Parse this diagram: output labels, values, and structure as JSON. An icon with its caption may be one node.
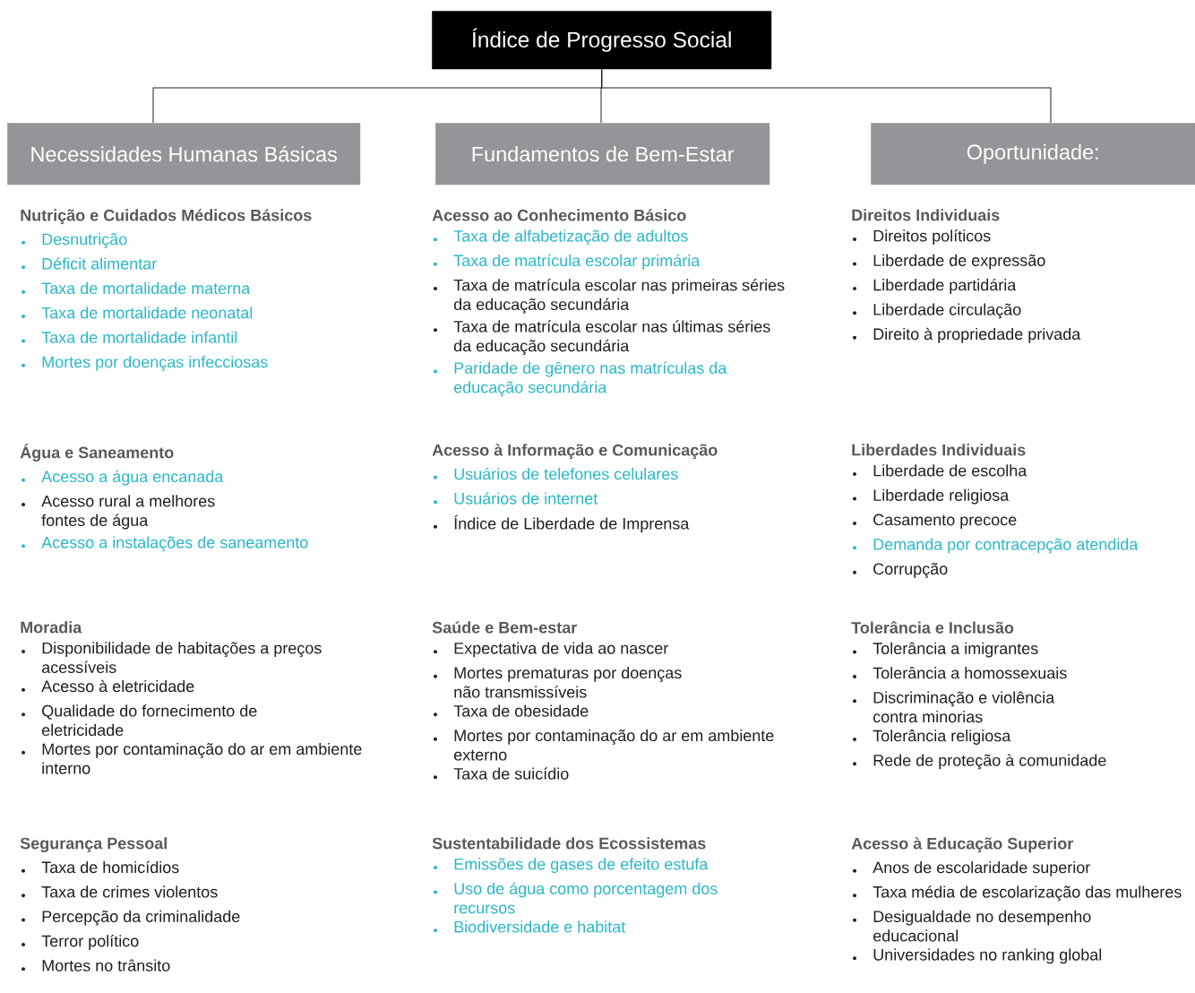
{
  "diagram": {
    "nodes": [
      {
        "text": [
          "Índice de Progresso Social"
        ]
      },
      {
        "text": [
          "Necessidades Humanas Básicas"
        ]
      },
      {
        "text": [
          "Fundamentos de Bem-Estar"
        ]
      },
      {
        "text": [
          "Oportunidade:"
        ]
      }
    ],
    "edges": [
      {
        "from": 0,
        "to": 1,
        "arrow": "none"
      },
      {
        "from": 0,
        "to": 2,
        "arrow": "none"
      },
      {
        "from": 0,
        "to": 3,
        "arrow": "none"
      }
    ],
    "labels": [
      "Nutrição e Cuidados Médicos Básicos",
      "Desnutrição",
      "Déficit alimentar",
      "Taxa de mortalidade materna",
      "Taxa de mortalidade neonatal",
      "Taxa de mortalidade infantil",
      "Mortes por doenças infecciosas",
      "Acesso ao Conhecimento Básico",
      "Taxa de alfabetização de adultos",
      "Taxa de matrícula escolar primária",
      "Taxa de matrícula escolar nas primeiras séries da educação secundária",
      "Taxa de matrícula escolar nas últimas séries da educação secundária",
      "Paridade de gênero nas matrículas da educação secundária",
      "Direitos Individuais",
      "Direitos políticos",
      "Liberdade de expressão",
      "Liberdade partidária",
      "Liberdade circulação",
      "Direito à propriedade privada",
      "Água e Saneamento",
      "Acesso a água encanada",
      "Acesso rural a melhores fontes de água",
      "Acesso a instalações de saneamento",
      "Acesso à Informação e Comunicação",
      "Usuários de telefones celulares",
      "Usuários de internet",
      "Índice de Liberdade de Imprensa",
      "Liberdades Individuais",
      "Liberdade de escolha",
      "Liberdade religiosa",
      "Casamento precoce",
      "Demanda por contracepção atendida",
      "Corrupção",
      "Moradia",
      "Disponibilidade de habitações a preços acessíveis",
      "Acesso à eletricidade",
      "Qualidade do fornecimento de eletricidade",
      "Mortes por contaminação do ar em ambiente interno",
      "Saúde e Bem-estar",
      "Expectativa de vida ao nascer",
      "Mortes prematuras por doenças não transmissíveis",
      "Taxa de obesidade",
      "Mortes por contaminação do ar em ambiente externo",
      "Taxa de suicídio",
      "Tolerância e Inclusão",
      "Tolerância a imigrantes",
      "Tolerância a homossexuais",
      "Discriminação e violência contra minorias",
      "Tolerância religiosa",
      "Rede de proteção à comunidade",
      "Segurança Pessoal",
      "Taxa de homicídios",
      "Taxa de crimes violentos",
      "Percepção da criminalidade",
      "Terror político",
      "Mortes no trânsito",
      "Sustentabilidade dos Ecossistemas",
      "Emissões de gases de efeito estufa",
      "Uso de água como porcentagem dos recursos",
      "Biodiversidade e habitat",
      "Acesso à Educação Superior",
      "Anos de escolaridade superior",
      "Taxa média de escolarização das mulheres",
      "Desigualdade no desempenho educacional",
      "Universidades no ranking global"
    ]
  }
}
